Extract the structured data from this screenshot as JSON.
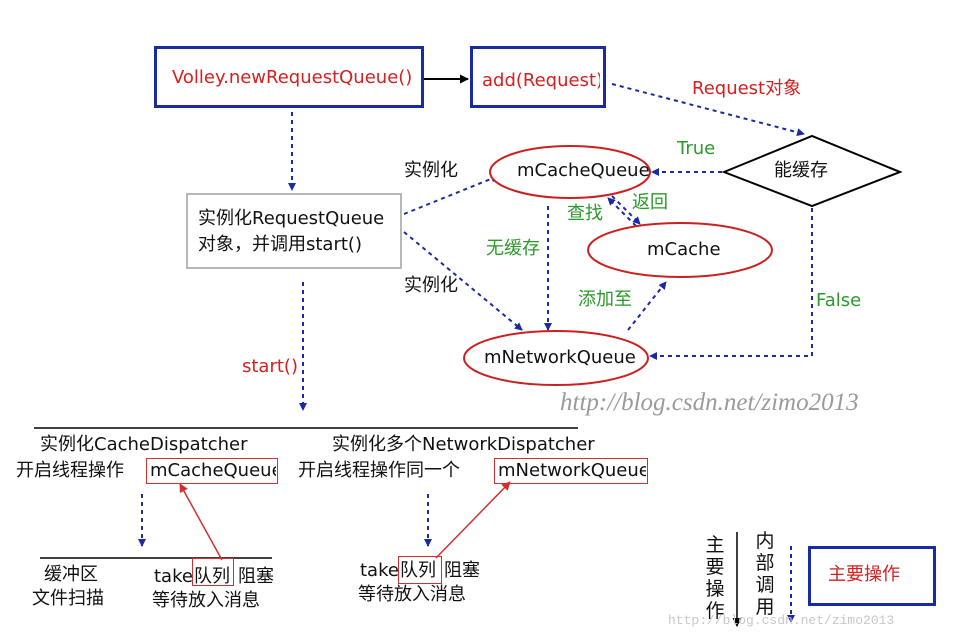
{
  "nodes": {
    "volley_new_queue": "Volley.newRequestQueue()",
    "add_request": "add(Request)",
    "can_cache": "能缓存",
    "m_cache_queue": "mCacheQueue",
    "m_cache": "mCache",
    "m_network_queue": "mNetworkQueue",
    "instantiate_queue_line1": "实例化RequestQueue",
    "instantiate_queue_line2": "对象，并调用start()"
  },
  "edge_labels": {
    "request_object": "Request对象",
    "true_label": "True",
    "false_label": "False",
    "instantiate_top": "实例化",
    "instantiate_bottom": "实例化",
    "lookup": "查找",
    "return_label": "返回",
    "no_cache": "无缓存",
    "add_to": "添加至",
    "start": "start()"
  },
  "watermark": "http://blog.csdn.net/zimo2013",
  "bottom_left": {
    "line1": "实例化CacheDispatcher",
    "line2_prefix": "开启线程操作",
    "line2_framed": "mCacheQueue",
    "buffer": "缓冲区",
    "file_scan": "文件扫描",
    "take_prefix": "take",
    "take_framed": "队列",
    "take_suffix": "阻塞",
    "wait": "等待放入消息"
  },
  "bottom_middle": {
    "line1": "实例化多个NetworkDispatcher",
    "line2_prefix": "开启线程操作同一个",
    "line2_framed": "mNetworkQueue",
    "take_prefix": "take",
    "take_framed": "队列",
    "take_suffix": "阻塞",
    "wait": "等待放入消息"
  },
  "legend": {
    "main_op_vertical": "主要操作",
    "internal_call_vertical": "内部调用",
    "main_op_box": "主要操作"
  },
  "footer_watermark": "http://blog.csdn.net/zimo2013",
  "colors": {
    "blue_box": "#1a2aa0",
    "arrow_blue": "#1a2aa0",
    "red_text": "#d42020",
    "green_text": "#2a9a2a",
    "ellipse_red": "#cc2020"
  }
}
